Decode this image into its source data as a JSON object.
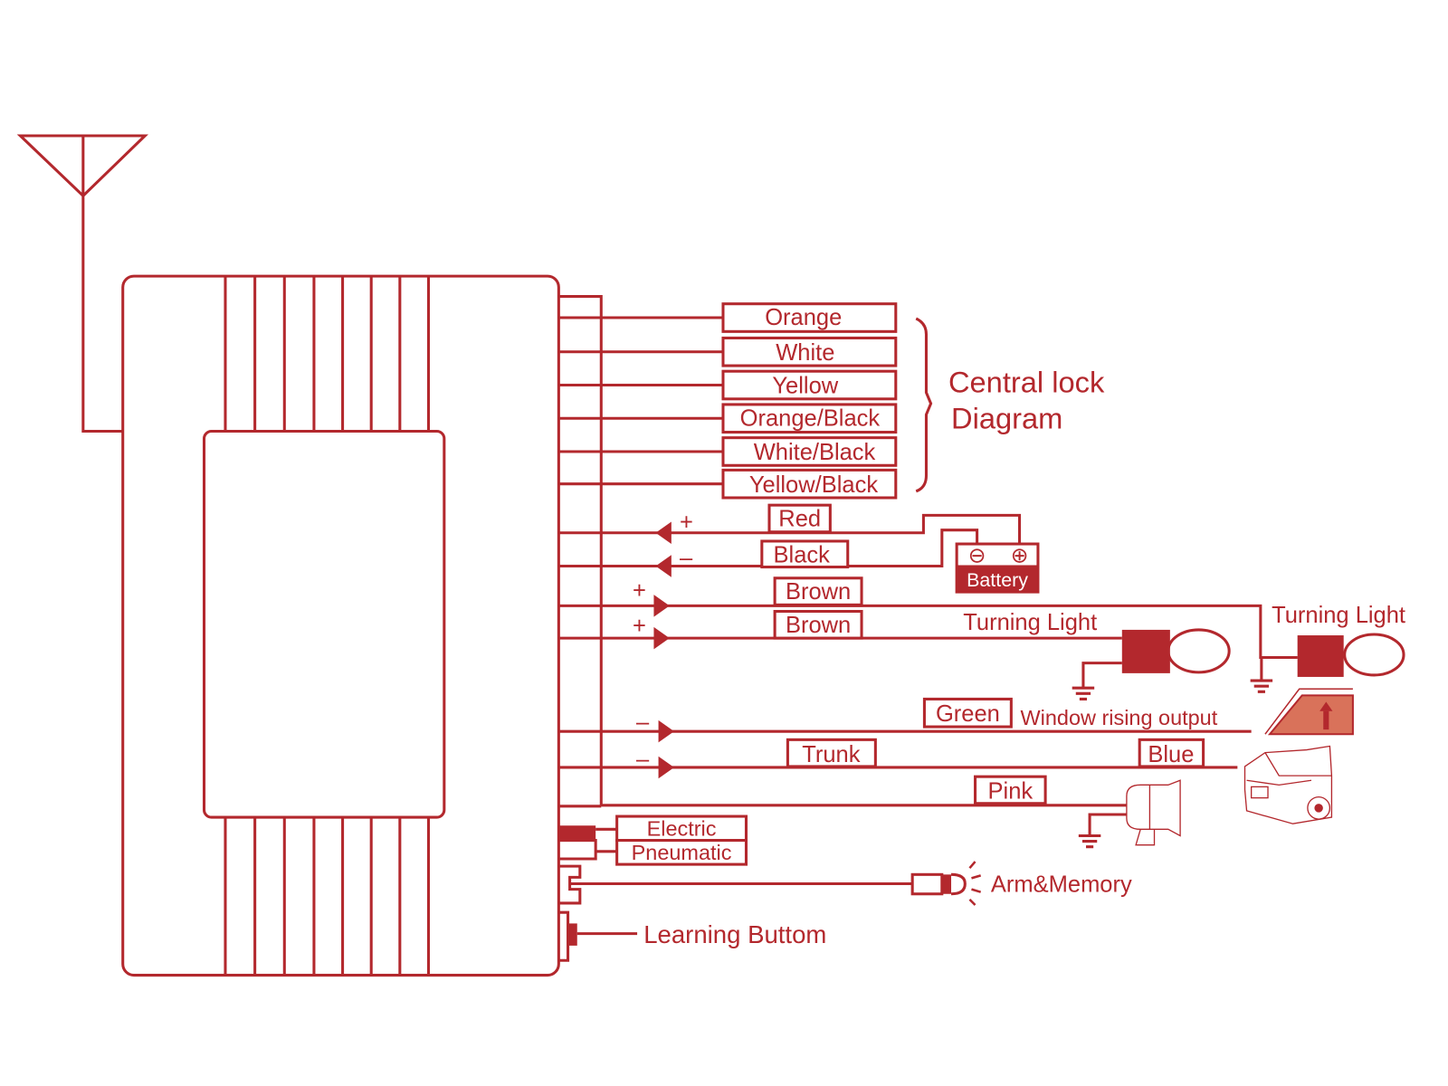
{
  "diagram": {
    "title_line1": "Central lock",
    "title_line2": "Diagram",
    "central_lock_wires": [
      "Orange",
      "White",
      "Yellow",
      "Orange/Black",
      "White/Black",
      "Yellow/Black"
    ],
    "power": {
      "red": "Red",
      "black": "Black",
      "plus": "+",
      "minus": "–",
      "battery": "Battery",
      "neg_terminal": "⊖",
      "pos_terminal": "⊕"
    },
    "turning": {
      "wire1": "Brown",
      "wire2": "Brown",
      "plus": "+",
      "label_left": "Turning Light",
      "label_right": "Turning Light"
    },
    "window": {
      "wire": "Green",
      "label": "Window rising output",
      "sign": "–"
    },
    "trunk": {
      "label": "Trunk",
      "wire": "Blue",
      "sign": "–"
    },
    "siren": {
      "wire": "Pink"
    },
    "mode": {
      "electric": "Electric",
      "pneumatic": "Pneumatic"
    },
    "led": {
      "label": "Arm&Memory"
    },
    "learn": {
      "label": "Learning Buttom"
    },
    "color": "#b3282d"
  }
}
